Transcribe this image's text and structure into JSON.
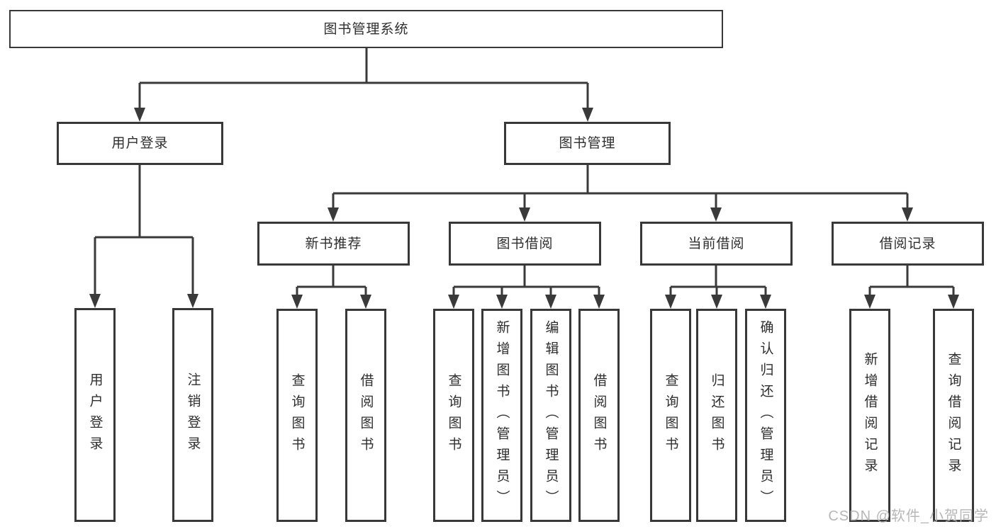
{
  "tree": {
    "root": "图书管理系统",
    "branches": [
      {
        "label": "用户登录",
        "children": [
          "用户登录",
          "注销登录"
        ]
      },
      {
        "label": "图书管理",
        "children": [
          {
            "label": "新书推荐",
            "children": [
              "查询图书",
              "借阅图书"
            ]
          },
          {
            "label": "图书借阅",
            "children": [
              "查询图书",
              "新增图书（管理员）",
              "编辑图书（管理员）",
              "借阅图书"
            ]
          },
          {
            "label": "当前借阅",
            "children": [
              "查询图书",
              "归还图书",
              "确认归还（管理员）"
            ]
          },
          {
            "label": "借阅记录",
            "children": [
              "新增借阅记录",
              "查询借阅记录"
            ]
          }
        ]
      }
    ]
  },
  "watermark": "CSDN @软件_小贺同学",
  "colors": {
    "line": "#3a3a3a",
    "border": "#383838",
    "text": "#2e2e2e",
    "watermark": "#b0b0b0",
    "background": "#ffffff"
  }
}
